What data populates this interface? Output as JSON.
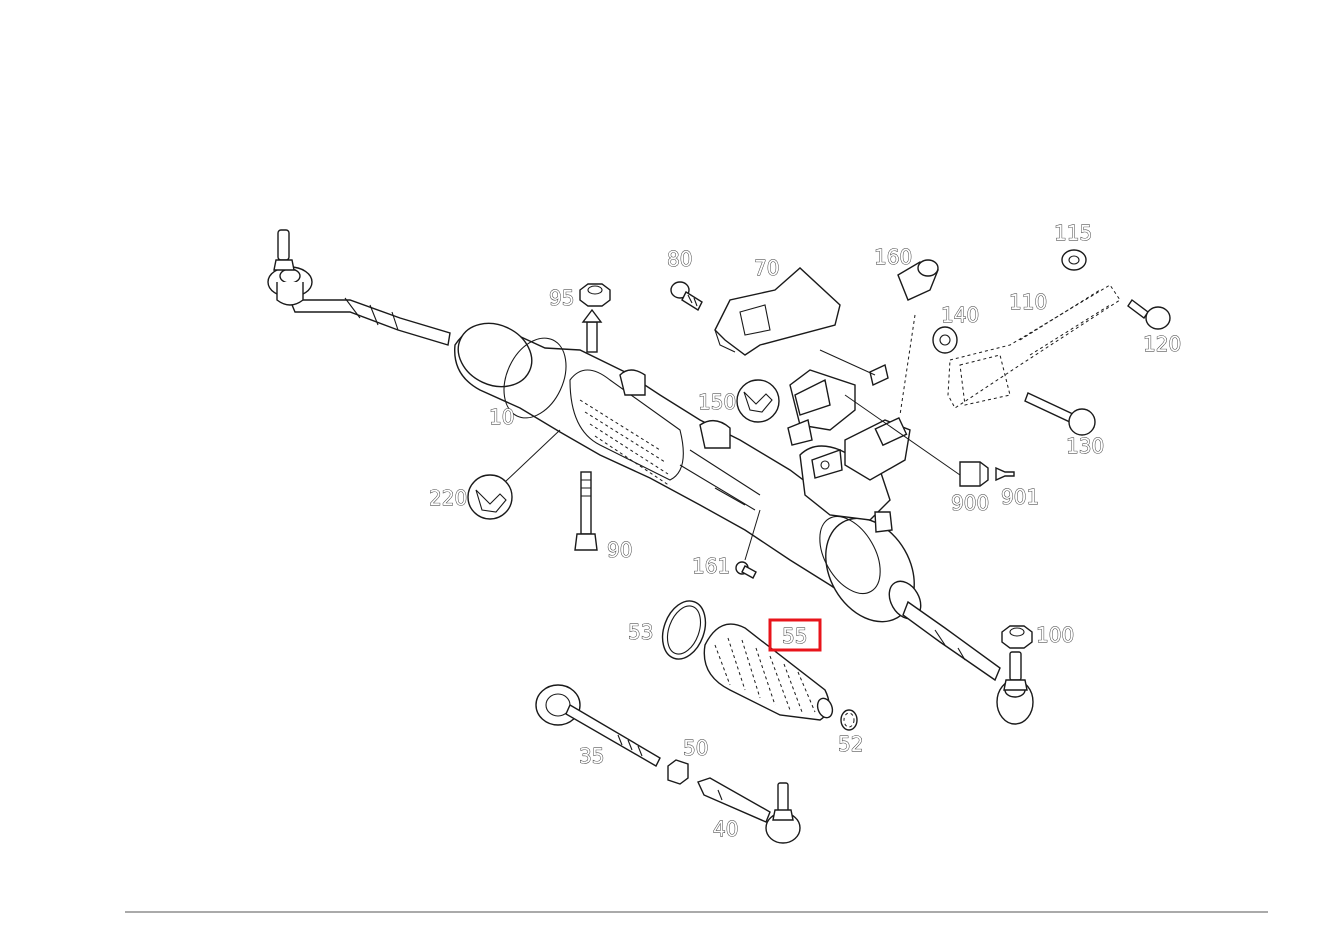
{
  "highlight_color": "#e8141b",
  "line_color": "#1a1a1a",
  "callouts": {
    "c10": "10",
    "c35": "35",
    "c40": "40",
    "c50": "50",
    "c52": "52",
    "c53": "53",
    "c55": "55",
    "c70": "70",
    "c80": "80",
    "c90": "90",
    "c95": "95",
    "c100": "100",
    "c110": "110",
    "c115": "115",
    "c120": "120",
    "c130": "130",
    "c140": "140",
    "c150": "150",
    "c160": "160",
    "c161": "161",
    "c220": "220",
    "c900": "900",
    "c901": "901"
  },
  "selected_part": "55",
  "icons": {
    "tool": "wrench-icon"
  }
}
